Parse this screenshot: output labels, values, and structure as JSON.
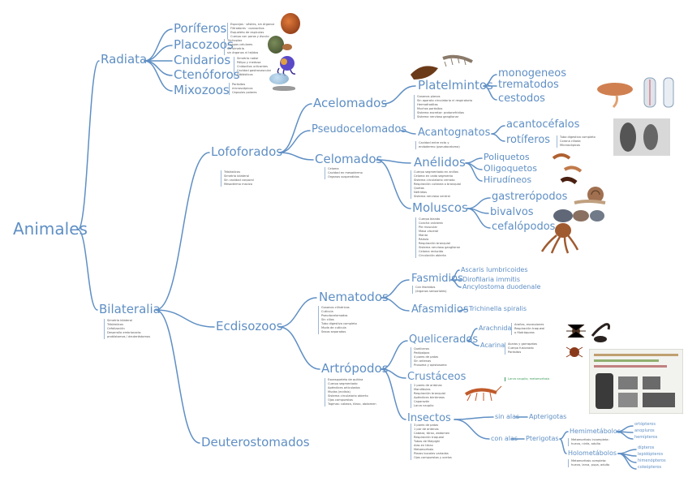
{
  "root": {
    "label": "Animales"
  },
  "groups": {
    "radiata": "Radiata",
    "bilateralia": "Bilateralia",
    "lofoforados": "Lofoforados",
    "ecdisozoos": "Ecdisozoos",
    "deuterostomados": "Deuterostomados"
  },
  "radiata_children": {
    "poriferos": "Poríferos",
    "placozoos": "Placozoos",
    "cnidarios": "Cnidarios",
    "ctenoforos": "Ctenóforos",
    "mixozoos": "Mixozoos"
  },
  "lofo_children": {
    "acelomados": "Acelomados",
    "pseudocelomados": "Pseudocelomados",
    "celomados": "Celomados"
  },
  "platel": {
    "label": "Platelmintos",
    "monogeneos": "monogeneos",
    "trematodos": "trematodos",
    "cestodos": "cestodos"
  },
  "acanto": {
    "label": "Acantognatos",
    "acantocefalos": "acantocéfalos",
    "rotiferos": "rotíferos"
  },
  "anelidos": {
    "label": "Anélidos",
    "poliquetos": "Poliquetos",
    "oligoquetos": "Oligoquetos",
    "hirudineos": "Hirudíneos"
  },
  "moluscos": {
    "label": "Moluscos",
    "gastropodos": "gastrerópodos",
    "bivalvos": "bivalvos",
    "cefalopodos": "cefalópodos"
  },
  "ecdiso_children": {
    "nematodos": "Nematodos",
    "artropodos": "Artrópodos"
  },
  "nematodos": {
    "fasmidios": "Fasmidios",
    "afasmidios": "Afasmidios",
    "ascaris": "Ascaris lumbricoides",
    "dirofilaria": "Dirofilaria immitis",
    "ancylostoma": "Ancylostoma duodenale",
    "trichinella": "Trichinella spiralis"
  },
  "artropodos": {
    "quelicerados": "Quelicerados",
    "arachnida": "Arachnida",
    "acarina": "Acarina",
    "crustaceos": "Crustáceos",
    "insectos": "Insectos",
    "sin_alas": "sin alas",
    "apterigotas": "Apterigotas",
    "con_alas": "con alas",
    "pterigotas": "Pterigotas",
    "hemimetabolos": "Hemimetábolos",
    "holometabolos": "Holometábolos",
    "hemi_list": [
      "ortópteros",
      "anopluros",
      "hemípteros"
    ],
    "holo_list": [
      "dípteros",
      "lepidópteros",
      "himenópteros",
      "coleópteros"
    ]
  },
  "notes": {
    "poriferos": [
      "Esponjas · sésiles, sin órganos",
      "Filtradores · coanocitos",
      "Esqueleto de espículas",
      "Cuerpo con poros y ósculo"
    ],
    "placozoos": [
      "Trichoplax",
      "2 capas celulares",
      "sin simetría",
      "sin órganos ni tejidos"
    ],
    "cnidarios": [
      "Simetría radial",
      "Pólipo y medusa",
      "Cnidocitos urticantes",
      "Cavidad gastrovascular",
      "Diblásticos"
    ],
    "mixozoos": [
      "Parásitos",
      "microscópicos",
      "Cápsulas polares"
    ],
    "acelomados": [
      "Triblásticos",
      "Simetría bilateral",
      "Sin cavidad corporal",
      "Mesodermo macizo"
    ],
    "platel": [
      "Gusanos planos",
      "Sin aparato circulatorio ni respiratorio",
      "Hermafroditas",
      "Muchos parásitos",
      "Sistema excretor: protonefridios",
      "Sistema nervioso ganglionar"
    ],
    "pseudo": [
      "Cavidad entre ecto y",
      "endodermo (pseudoceloma)"
    ],
    "acanto": [
      "Tubo digestivo completo",
      "Corona ciliada",
      "Microscópicos"
    ],
    "celomados": [
      "Celoma",
      "Cavidad en mesodermo",
      "Órganos suspendidos"
    ],
    "anelidos": [
      "Cuerpo segmentado en anillos",
      "Celoma en cada segmento",
      "Sistema circulatorio cerrado",
      "Respiración cutánea o branquial",
      "Quetas",
      "Nefridios",
      "Sistema nervioso ventral"
    ],
    "moluscos": [
      "Cuerpo blando",
      "Concha calcárea",
      "Pie muscular",
      "Masa visceral",
      "Manto",
      "Rádula",
      "Respiración branquial",
      "Sistema nervioso ganglionar",
      "Celoma reducido",
      "Circulación abierta"
    ],
    "bilateralia": [
      "Simetría bilateral",
      "Triblásticos",
      "Cefalización",
      "Desarrollo embrionario:",
      "protóstomos / deuteróstomos"
    ],
    "nematodos": [
      "Gusanos cilíndricos",
      "Cutícula",
      "Pseudocelomados",
      "Sin cilios",
      "Tubo digestivo completo",
      "Muda de cutícula",
      "Sexos separados"
    ],
    "fasmidios": [
      "Con fásmidos",
      "(órganos sensoriales)"
    ],
    "artropodos": [
      "Exoesqueleto de quitina",
      "Cuerpo segmentado",
      "Apéndices articulados",
      "Mudas (ecdisis)",
      "Sistema circulatorio abierto",
      "Ojos compuestos",
      "Tagmas: cabeza, tórax, abdomen"
    ],
    "quelicerados": [
      "Quelíceros",
      "Pedipalpos",
      "4 pares de patas",
      "Sin antenas",
      "Prosoma y opistosoma"
    ],
    "arachnida": [
      "Arañas, escorpiones",
      "Respiración traqueal",
      "o filotráqueas"
    ],
    "acarina": [
      "Ácaros y garrapatas",
      "Cuerpo fusionado",
      "Parásitos"
    ],
    "crustaceos": [
      "2 pares de antenas",
      "Mandíbulas",
      "Respiración branquial",
      "Apéndices birrámeos",
      "Caparazón",
      "Larva nauplio"
    ],
    "crust_green": [
      "Larva nauplio, metamorfosis"
    ],
    "insectos": [
      "3 pares de patas",
      "1 par de antenas",
      "Cabeza, tórax, abdomen",
      "Respiración traqueal",
      "Tubos de Malpighi",
      "Alas en tórax",
      "Metamorfosis",
      "Piezas bucales variadas",
      "Ojos compuestos y ocelos"
    ],
    "hemi": [
      "Metamorfosis incompleta:",
      "huevo, ninfa, adulto"
    ],
    "holo": [
      "Metamorfosis completa:",
      "huevo, larva, pupa, adulto"
    ]
  }
}
